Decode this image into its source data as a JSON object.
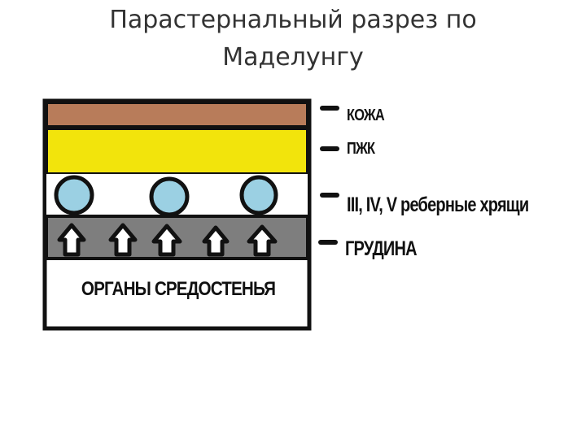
{
  "title": {
    "line1": "Парастернальный разрез по",
    "line2": "Маделунгу"
  },
  "layers": {
    "skin": "КОЖА",
    "subcutaneous": "ПЖК",
    "cartilages": "III, IV, V реберные хрящи",
    "sternum": "ГРУДИНА",
    "mediastinum": "ОРГАНЫ СРЕДОСТЕНЬЯ"
  },
  "colors": {
    "skin": "#b87c5a",
    "fat": "#f2e40c",
    "cartilage": "#9bd0e3",
    "sternum": "#7e7e7e",
    "outline": "#111111"
  }
}
